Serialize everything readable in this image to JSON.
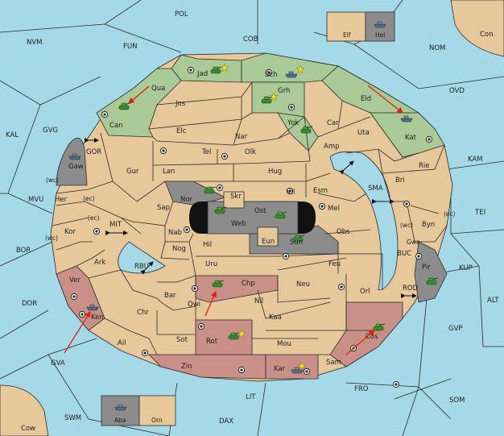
{
  "colors": {
    "sea": "#a6d9e8",
    "land": "#e7c89b",
    "green_power": "#a9c996",
    "red_power": "#c99088",
    "gray_power": "#8c8c8c",
    "order_arrow": "#e02010"
  },
  "legend": {
    "elf": "Elf",
    "hel": "Hel",
    "aba": "Aba",
    "orn": "Orn"
  },
  "ocean": {
    "pol": "POL",
    "cob": "COB",
    "fun": "FUN",
    "nvm": "NVM",
    "nom": "NOM",
    "con": "Con",
    "ovd": "OVD",
    "kal": "KAL",
    "gvg": "GVG",
    "kam": "KAM",
    "tei": "TEI",
    "mvu": "MVU",
    "bor": "BOR",
    "dor": "DOR",
    "gva": "GVA",
    "swm": "SWM",
    "cow": "Cow",
    "dax": "DAX",
    "lit": "LIT",
    "fro": "FRO",
    "som": "SOM",
    "gvp": "GVP",
    "alt": "ALT",
    "kup": "KUP",
    "buc": "BUC",
    "rod": "ROD",
    "mit": "MIT",
    "rbu": "RBU",
    "gor": "GOR",
    "sma": "SMA"
  },
  "land": {
    "jad": "Jad",
    "sch": "Sch",
    "qua": "Qua",
    "can": "Can",
    "jos": "Jos",
    "grh": "Grh",
    "eld": "Eld",
    "yok": "Yok",
    "car": "Car",
    "elc": "Elc",
    "nar": "Nar",
    "uta": "Uta",
    "kat": "Kat",
    "gaw": "Gaw",
    "tel": "Tel",
    "olk": "Olk",
    "amp": "Amp",
    "gur": "Gur",
    "lan": "Lan",
    "hug": "Hug",
    "rie": "Rie",
    "wc1": "(wc)",
    "her": "Her",
    "ec1": "(ec)",
    "nor": "Nor",
    "skr": "Skr",
    "ost": "Ost",
    "vil": "Vil",
    "esm": "Esm",
    "bri": "Bri",
    "mvu_sea": "MVU",
    "sap": "Sap",
    "web": "Web",
    "mel": "Mel",
    "ec2": "(ec)",
    "kor": "Kor",
    "nab": "Nab",
    "eun": "Eun",
    "sun": "Sun",
    "obs": "Obs",
    "wc2": "(wc)",
    "byn": "Byn",
    "ec3": "(ec)",
    "wc3": "(wc)",
    "hil": "Hil",
    "nog": "Nog",
    "ark": "Ark",
    "uru": "Uru",
    "feu": "Feu",
    "gwa": "Gwa",
    "ver": "Ver",
    "pir": "Pir",
    "chp": "Chp",
    "neu": "Neu",
    "bar": "Bar",
    "qwi": "Qwi",
    "nil": "Nil",
    "orl": "Orl",
    "ken": "Ken",
    "chr": "Chr",
    "kaa": "Kaa",
    "ail": "Ail",
    "rot": "Rot",
    "sot": "Sot",
    "mou": "Mou",
    "cos": "Cos",
    "zin": "Zin",
    "kar": "Kar",
    "sam": "Sam"
  }
}
